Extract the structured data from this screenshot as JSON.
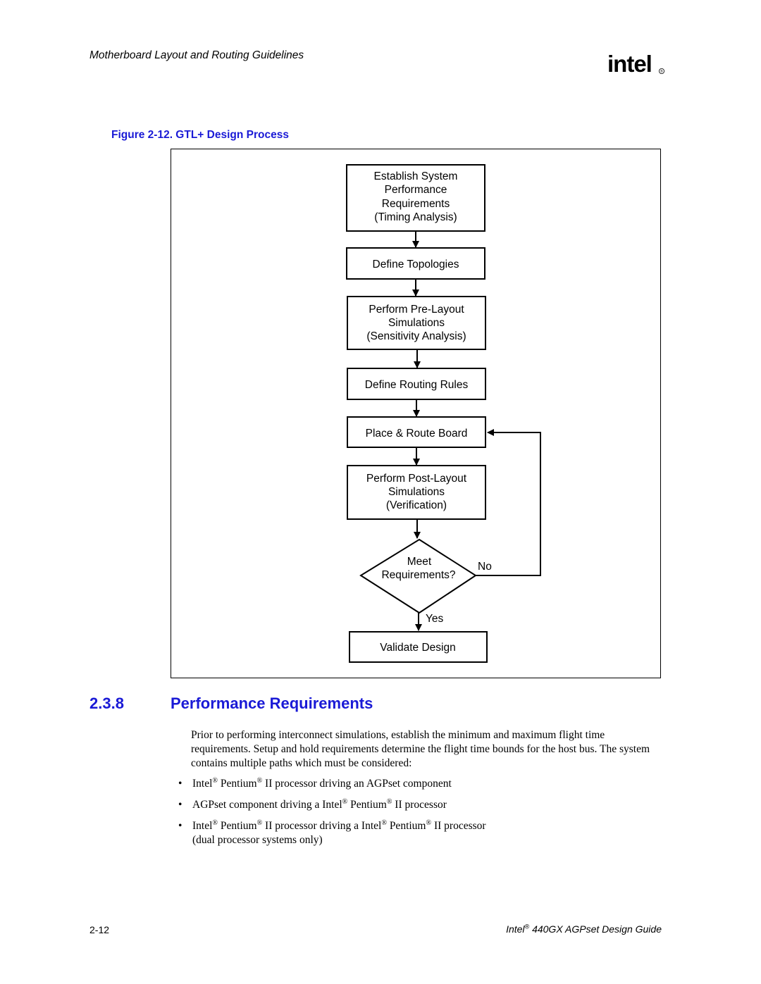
{
  "header": {
    "running_title": "Motherboard Layout and Routing Guidelines",
    "logo_text": "intel",
    "logo_icon": "intel-logo"
  },
  "figure": {
    "caption": "Figure 2-12. GTL+ Design Process",
    "steps": {
      "establish": [
        "Establish System",
        "Performance",
        "Requirements",
        "(Timing Analysis)"
      ],
      "topologies": "Define Topologies",
      "prelayout": [
        "Perform Pre-Layout",
        "Simulations",
        "(Sensitivity Analysis)"
      ],
      "routing_rules": "Define Routing Rules",
      "place_route": "Place & Route Board",
      "postlayout": [
        "Perform Post-Layout",
        "Simulations",
        "(Verification)"
      ],
      "decision": [
        "Meet",
        "Requirements?"
      ],
      "no_label": "No",
      "yes_label": "Yes",
      "validate": "Validate Design"
    }
  },
  "section": {
    "number": "2.3.8",
    "title": "Performance Requirements",
    "paragraph": "Prior to performing interconnect simulations, establish the minimum and maximum flight time requirements. Setup and hold requirements determine the flight time bounds for the host bus. The system contains multiple paths which must be considered:",
    "bullet_symbol": "•",
    "registered_mark": "®",
    "bullets": [
      {
        "t1": "Intel",
        "t2": " Pentium",
        "t3": " II processor driving an AGPset component"
      },
      {
        "t1": "AGPset component driving a Intel",
        "t2": " Pentium",
        "t3": " II processor"
      },
      {
        "t1": "Intel",
        "t2": " Pentium",
        "t3": " II processor driving a Intel",
        "t4": " Pentium",
        "t5": " II processor",
        "line2": "(dual processor systems only)"
      }
    ]
  },
  "footer": {
    "page_number": "2-12",
    "doc_prefix": "Intel",
    "doc_title": " 440GX AGPset Design Guide"
  }
}
